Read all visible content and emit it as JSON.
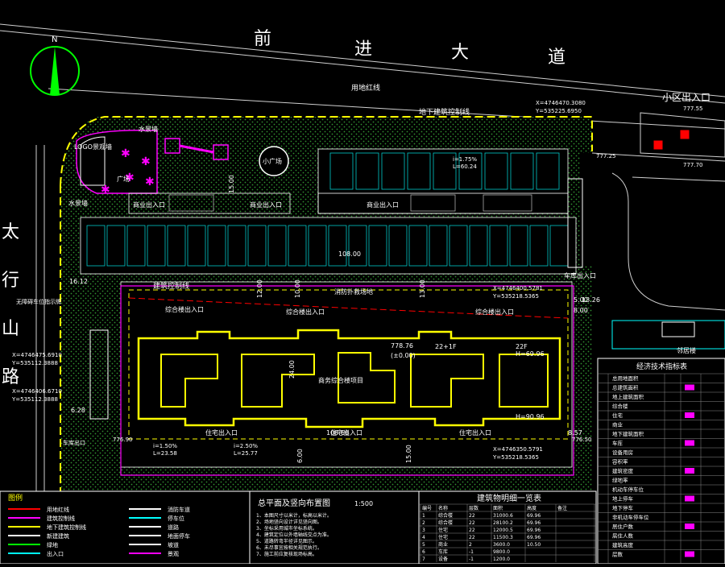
{
  "roads": {
    "north": [
      "前",
      "进",
      "大",
      "道"
    ],
    "west": [
      "太",
      "行",
      "山",
      "路"
    ]
  },
  "north_arrow": {
    "label": "N"
  },
  "labels": {
    "land_red_line": "用地红线",
    "underground_line": "地下建筑控制线",
    "community_entrance": "小区出入口",
    "building_control_line": "建筑控制线",
    "plaza": "小广场",
    "square": "广场",
    "logo_wall": "LOGO景观墙",
    "water_feature_north": "水景墙",
    "water_feature_south": "水景墙",
    "commercial_entrances": [
      "商业出入口",
      "商业出入口",
      "商业出入口"
    ],
    "fire_lane": "消防扑救场地",
    "complex_entrances": [
      "综合楼出入口",
      "综合楼出入口",
      "综合楼出入口"
    ],
    "residential_entrances": [
      "住宅出入口",
      "住宅出入口",
      "住宅出入口"
    ],
    "main_building": "商务综合楼项目",
    "floors_left": "22+1F",
    "floors_right": "22F",
    "height_right": "H=69.96",
    "height_lower": "H=90.96",
    "elev_building": "778.76",
    "elev_zero": "(±0.00)",
    "parking_entrance": "车库出入口",
    "neighbor_building": "邻居楼",
    "bus_stop": "无障碍车位指示牌",
    "ramp_entrance": "车库出口",
    "elev_ne": "777.55",
    "elev_ne2": "777.70",
    "elev_ne3": "777.25",
    "elev_east": "776.50",
    "elev_sw": "776.90"
  },
  "dimensions": {
    "d108_top": "108.00",
    "d108_bottom": "108.60",
    "d24": "24.00",
    "d10": "10.00",
    "d12": "12.00",
    "d6": "6.00",
    "d15": "15.00",
    "d13": "13.00",
    "d8": "8.00",
    "d5": "5.00",
    "d1612": "16.12",
    "d1326": "13.26",
    "d1500": "15.00",
    "d628": "6.28",
    "d857": "8.57"
  },
  "coordinates": {
    "top_right_x": "X=4746470.3080",
    "top_right_y": "Y=535225.6950",
    "mid_right_x": "X=4746400.5781",
    "mid_right_y": "Y=535218.5365",
    "bottom_right_x": "X=4746350.5791",
    "bottom_right_y": "Y=535218.5365",
    "left_x1": "X=4746475.6910",
    "left_y1": "Y=535112.3888",
    "left_x2": "X=4746406.6710",
    "left_y2": "Y=535112.3888",
    "slope1": "i=1.75%",
    "slope1b": "L=60.24",
    "slope2": "i=1.50%",
    "slope2b": "L=23.58",
    "slope3": "i=2.50%",
    "slope3b": "L=25.77"
  },
  "legend": {
    "title": "图例",
    "items": [
      {
        "name": "用地红线",
        "color": "#ff0000"
      },
      {
        "name": "建筑控制线",
        "color": "#ff00ff"
      },
      {
        "name": "地下建筑控制线",
        "color": "#ffff00"
      },
      {
        "name": "新建建筑",
        "color": "#ffffff"
      },
      {
        "name": "绿地",
        "color": "#00ff00"
      },
      {
        "name": "出入口",
        "color": "#00ffff"
      },
      {
        "name": "消防车道",
        "color": "#ffffff"
      },
      {
        "name": "停车位",
        "color": "#00ffff"
      },
      {
        "name": "道路",
        "color": "#ffffff"
      },
      {
        "name": "地面停车",
        "color": "#ffffff"
      },
      {
        "name": "坡道",
        "color": "#ffffff"
      },
      {
        "name": "景观",
        "color": "#ff00ff"
      }
    ]
  },
  "notes": {
    "title": "总平面及竖向布置图",
    "scale": "1:500",
    "lines": [
      "1、本图尺寸以米计，标高以米计。",
      "2、场地竖向设计详见竖向图。",
      "3、坐标采用城市坐标系统。",
      "4、建筑定位以外墙轴线交点为准。",
      "5、道路转弯半径详见图示。",
      "6、未尽事宜按相关规范执行。",
      "7、施工前应复核现场标高。"
    ]
  },
  "building_table": {
    "title": "建筑物明细一览表",
    "headers": [
      "编号",
      "名称",
      "层数",
      "面积",
      "高度",
      "备注"
    ],
    "rows": [
      [
        "1",
        "综合楼",
        "22",
        "31000.6",
        "69.96",
        ""
      ],
      [
        "2",
        "综合楼",
        "22",
        "28100.2",
        "69.96",
        ""
      ],
      [
        "3",
        "住宅",
        "22",
        "12000.5",
        "69.96",
        ""
      ],
      [
        "4",
        "住宅",
        "22",
        "11500.3",
        "69.96",
        ""
      ],
      [
        "5",
        "商业",
        "2",
        "3600.0",
        "10.50",
        ""
      ],
      [
        "6",
        "车库",
        "-1",
        "9800.0",
        "",
        ""
      ],
      [
        "7",
        "设备",
        "-1",
        "1200.0",
        "",
        ""
      ]
    ]
  },
  "econ_table": {
    "title": "经济技术指标表",
    "rows": [
      "总用地面积",
      "总建筑面积",
      "地上建筑面积",
      "综合楼",
      "住宅",
      "商业",
      "地下建筑面积",
      "车库",
      "设备用房",
      "容积率",
      "建筑密度",
      "绿地率",
      "机动车停车位",
      "地上停车",
      "地下停车",
      "非机动车停车位",
      "居住户数",
      "居住人数",
      "建筑高度",
      "层数"
    ]
  }
}
